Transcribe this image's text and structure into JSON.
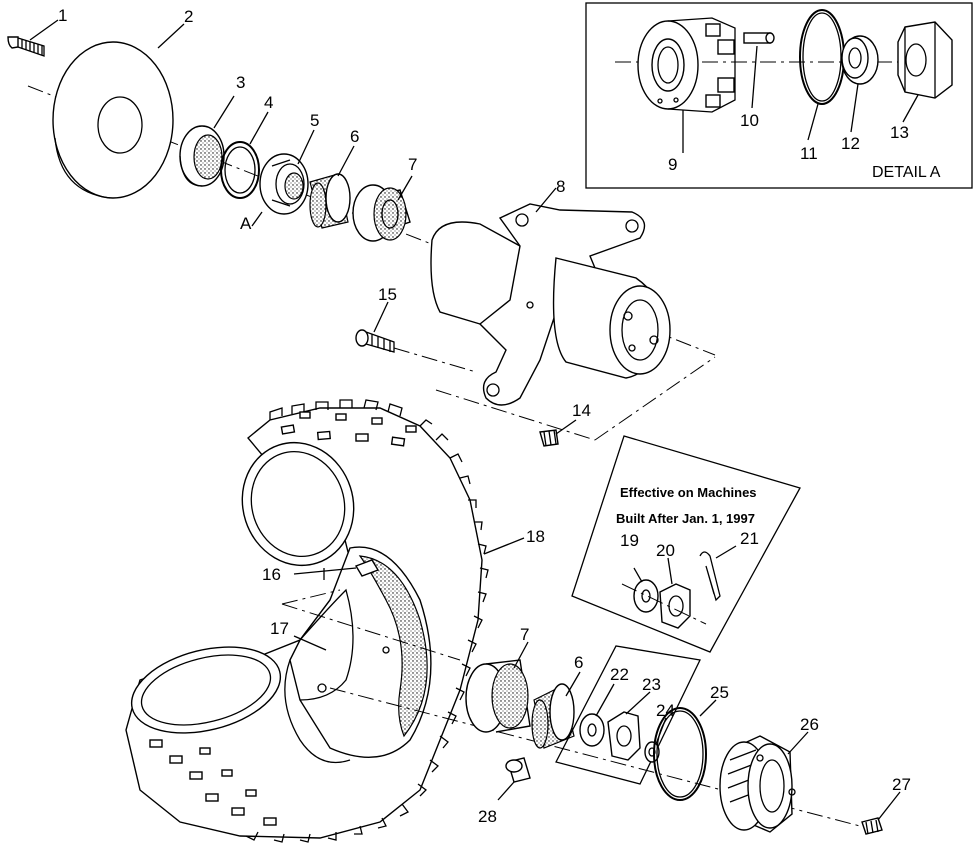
{
  "diagram": {
    "labels": {
      "p1": "1",
      "p2": "2",
      "p3": "3",
      "p4": "4",
      "p5": "5",
      "p6": "6",
      "p7": "7",
      "p8": "8",
      "p9": "9",
      "p10": "10",
      "p11": "11",
      "p12": "12",
      "p13": "13",
      "p14": "14",
      "p15": "15",
      "p16": "16",
      "p17": "17",
      "p18": "18",
      "p19": "19",
      "p20": "20",
      "p21": "21",
      "p22": "22",
      "p23": "23",
      "p24": "24",
      "p25": "25",
      "p26": "26",
      "p27": "27",
      "p28": "28",
      "p6b": "6",
      "p7b": "7",
      "a": "A"
    },
    "detail_title": "DETAIL A",
    "note": {
      "line1": "Effective on Machines",
      "line2": "Built After Jan. 1, 1997"
    }
  }
}
